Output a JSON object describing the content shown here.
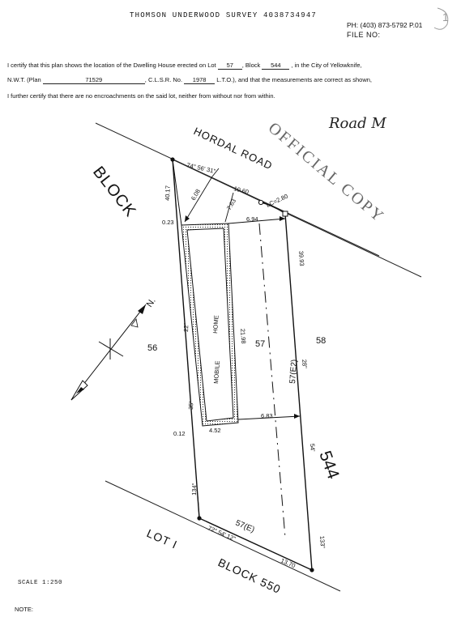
{
  "header": {
    "fax_line": "THOMSON UNDERWOOD SURVEY   4038734947",
    "phone": "PH: (403) 873-5792  P.01",
    "file_no": "FILE NO:",
    "page_mark": "1"
  },
  "certificate": {
    "line1_a": "I certify that this plan shows the location of the Dwelling House erected on Lot",
    "lot": "57",
    "line1_b": ", Block",
    "block": "544",
    "line1_c": ", in the City of Yellowknife,",
    "line2_a": "N.W.T. (Plan",
    "plan": "71529",
    "line2_b": ", C.L.S.R. No.",
    "clsr": "1978",
    "line2_c": "L.T.O.), and that the measurements are correct as shown,",
    "line3": "I further certify that there are no encroachments on the said lot, neither from without nor from within."
  },
  "handwritten_note": "Road M",
  "stamp": "OFFICIAL COPY",
  "plan": {
    "road_label": "HORDAL ROAD",
    "block_label": "BLOCK",
    "block_number": "544",
    "lot_label_bottom": "LOT I",
    "block_bottom": "BLOCK 550",
    "lot_labels": {
      "left": "56",
      "main": "57",
      "right": "58",
      "east_half": "57(E2)",
      "lower": "57(E)"
    },
    "house_label_1": "MOBILE",
    "house_label_2": "HOME",
    "north_label": "N.",
    "dimensions": {
      "top_bearing": "74° 56' 31\"",
      "left_top": "40.17",
      "top_offset": "6.08",
      "front_width": "10.60",
      "front_offset_2": "7.63",
      "arc": "LC=2.80",
      "corner_top": "0.23",
      "house_to_line_top": "6.94",
      "right_side": "39.93",
      "house_length": "21.98",
      "left_mark": "22\"",
      "left_mark_2": "35'",
      "right_mark": "28\"",
      "house_to_line_bottom": "6.83",
      "house_width": "4.52",
      "corner_bottom": "0.12",
      "right_mark_2": "54'",
      "left_lower": "134\"",
      "right_lower": "133\"",
      "bottom_bearing": "72° 54' 12\"",
      "bottom_width": "13.70"
    }
  },
  "footer": {
    "scale": "SCALE  1:250",
    "note": "NOTE:"
  }
}
